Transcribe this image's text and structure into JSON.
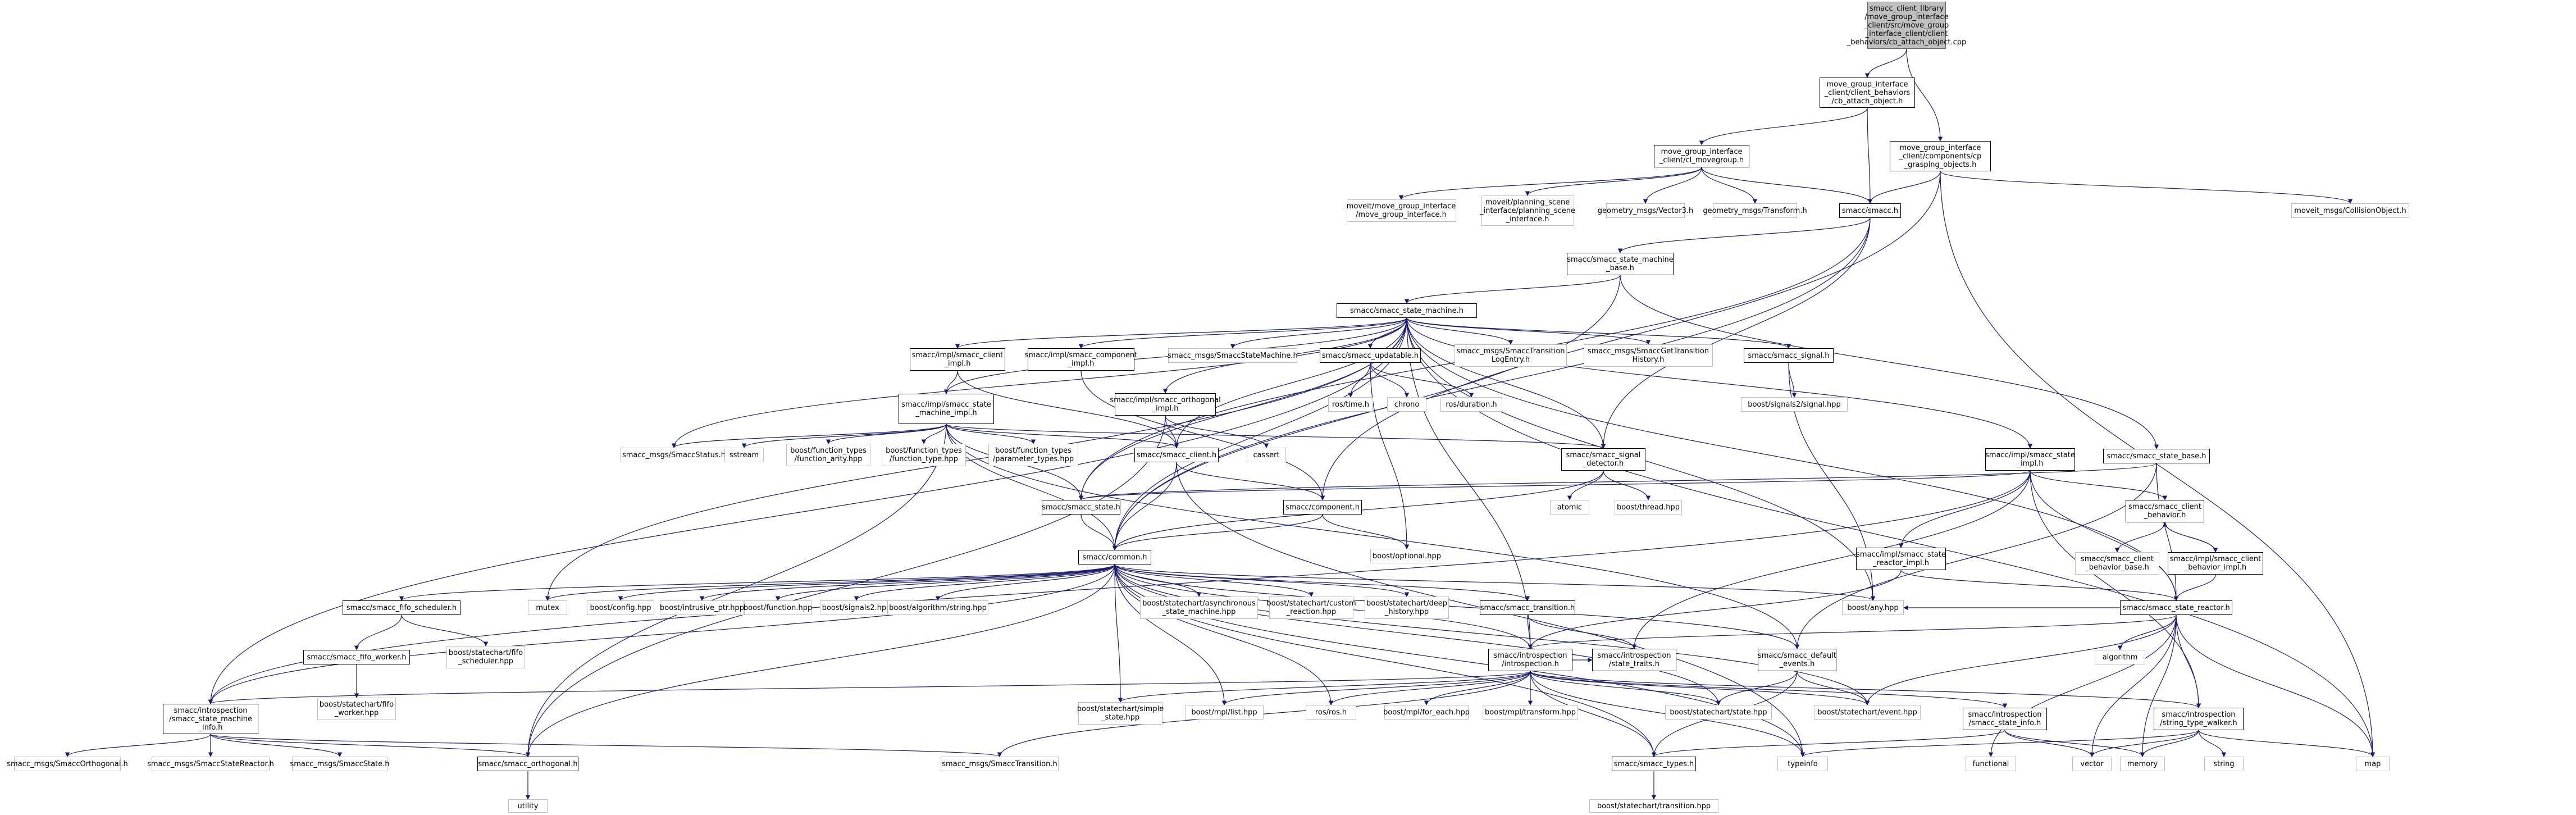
{
  "diagram": {
    "nodes": [
      {
        "id": "root",
        "label": "smacc_client_library\n/move_group_interface\n_client/src/move_group\n_interface_client/client\n_behaviors/cb_attach_object.cpp",
        "kind": "root"
      },
      {
        "id": "cbattach",
        "label": "move_group_interface\n_client/client_behaviors\n/cb_attach_object.h",
        "kind": "doc"
      },
      {
        "id": "clmove",
        "label": "move_group_interface\n_client/cl_movegroup.h",
        "kind": "doc"
      },
      {
        "id": "cpgrasp",
        "label": "move_group_interface\n_client/components/cp\n_grasping_objects.h",
        "kind": "doc"
      },
      {
        "id": "mgi",
        "label": "moveit/move_group_interface\n/move_group_interface.h",
        "kind": "ext"
      },
      {
        "id": "psi",
        "label": "moveit/planning_scene\n_interface/planning_scene\n_interface.h",
        "kind": "ext"
      },
      {
        "id": "vec3",
        "label": "geometry_msgs/Vector3.h",
        "kind": "ext"
      },
      {
        "id": "tf",
        "label": "geometry_msgs/Transform.h",
        "kind": "ext"
      },
      {
        "id": "smacch",
        "label": "smacc/smacc.h",
        "kind": "doc"
      },
      {
        "id": "collobj",
        "label": "moveit_msgs/CollisionObject.h",
        "kind": "ext"
      },
      {
        "id": "smbase",
        "label": "smacc/smacc_state_machine\n_base.h",
        "kind": "doc"
      },
      {
        "id": "sm",
        "label": "smacc/smacc_state_machine.h",
        "kind": "doc"
      },
      {
        "id": "clientimpl",
        "label": "smacc/impl/smacc_client\n_impl.h",
        "kind": "doc"
      },
      {
        "id": "compimpl",
        "label": "smacc/impl/smacc_component\n_impl.h",
        "kind": "doc"
      },
      {
        "id": "smmsg",
        "label": "smacc_msgs/SmaccStateMachine.h",
        "kind": "ext"
      },
      {
        "id": "updatable",
        "label": "smacc/smacc_updatable.h",
        "kind": "doc"
      },
      {
        "id": "translog",
        "label": "smacc_msgs/SmaccTransition\nLogEntry.h",
        "kind": "ext"
      },
      {
        "id": "gettrans",
        "label": "smacc_msgs/SmaccGetTransition\nHistory.h",
        "kind": "ext"
      },
      {
        "id": "signal",
        "label": "smacc/smacc_signal.h",
        "kind": "doc"
      },
      {
        "id": "smimpl",
        "label": "smacc/impl/smacc_state\n_machine_impl.h",
        "kind": "doc"
      },
      {
        "id": "orthoimpl",
        "label": "smacc/impl/smacc_orthogonal\n_impl.h",
        "kind": "doc"
      },
      {
        "id": "rostime",
        "label": "ros/time.h",
        "kind": "ext"
      },
      {
        "id": "chrono",
        "label": "chrono",
        "kind": "ext"
      },
      {
        "id": "rosdur",
        "label": "ros/duration.h",
        "kind": "ext"
      },
      {
        "id": "bsig2sig",
        "label": "boost/signals2/signal.hpp",
        "kind": "ext"
      },
      {
        "id": "status",
        "label": "smacc_msgs/SmaccStatus.h",
        "kind": "ext"
      },
      {
        "id": "sstream",
        "label": "sstream",
        "kind": "ext"
      },
      {
        "id": "farity",
        "label": "boost/function_types\n/function_arity.hpp",
        "kind": "ext"
      },
      {
        "id": "ftype",
        "label": "boost/function_types\n/function_type.hpp",
        "kind": "ext"
      },
      {
        "id": "ptypes",
        "label": "boost/function_types\n/parameter_types.hpp",
        "kind": "ext"
      },
      {
        "id": "client",
        "label": "smacc/smacc_client.h",
        "kind": "doc"
      },
      {
        "id": "cassert",
        "label": "cassert",
        "kind": "ext"
      },
      {
        "id": "sigdet",
        "label": "smacc/smacc_signal\n_detector.h",
        "kind": "doc"
      },
      {
        "id": "stateimpl",
        "label": "smacc/impl/smacc_state\n_impl.h",
        "kind": "doc"
      },
      {
        "id": "statebase",
        "label": "smacc/smacc_state_base.h",
        "kind": "doc"
      },
      {
        "id": "atomic",
        "label": "atomic",
        "kind": "ext"
      },
      {
        "id": "bthread",
        "label": "boost/thread.hpp",
        "kind": "ext"
      },
      {
        "id": "state",
        "label": "smacc/smacc_state.h",
        "kind": "doc"
      },
      {
        "id": "component",
        "label": "smacc/component.h",
        "kind": "doc"
      },
      {
        "id": "clbeh",
        "label": "smacc/smacc_client\n_behavior.h",
        "kind": "doc"
      },
      {
        "id": "boptional",
        "label": "boost/optional.hpp",
        "kind": "ext"
      },
      {
        "id": "clbehbase",
        "label": "smacc/smacc_client\n_behavior_base.h",
        "kind": "ext"
      },
      {
        "id": "clbehimpl",
        "label": "smacc/impl/smacc_client\n_behavior_impl.h",
        "kind": "doc"
      },
      {
        "id": "reactorimpl",
        "label": "smacc/impl/smacc_state\n_reactor_impl.h",
        "kind": "doc"
      },
      {
        "id": "common",
        "label": "smacc/common.h",
        "kind": "doc"
      },
      {
        "id": "mutex",
        "label": "mutex",
        "kind": "ext"
      },
      {
        "id": "fifosched",
        "label": "smacc/smacc_fifo_scheduler.h",
        "kind": "doc"
      },
      {
        "id": "bconfig",
        "label": "boost/config.hpp",
        "kind": "ext"
      },
      {
        "id": "bintr",
        "label": "boost/intrusive_ptr.hpp",
        "kind": "ext"
      },
      {
        "id": "bfunc",
        "label": "boost/function.hpp",
        "kind": "ext"
      },
      {
        "id": "bsig2",
        "label": "boost/signals2.hpp",
        "kind": "ext"
      },
      {
        "id": "balgo",
        "label": "boost/algorithm/string.hpp",
        "kind": "ext"
      },
      {
        "id": "basync",
        "label": "boost/statechart/asynchronous\n_state_machine.hpp",
        "kind": "ext"
      },
      {
        "id": "bcustom",
        "label": "boost/statechart/custom\n_reaction.hpp",
        "kind": "ext"
      },
      {
        "id": "bdeep",
        "label": "boost/statechart/deep\n_history.hpp",
        "kind": "ext"
      },
      {
        "id": "transition",
        "label": "smacc/smacc_transition.h",
        "kind": "doc"
      },
      {
        "id": "bany",
        "label": "boost/any.hpp",
        "kind": "ext"
      },
      {
        "id": "reactor",
        "label": "smacc/smacc_state_reactor.h",
        "kind": "doc"
      },
      {
        "id": "fifoworker",
        "label": "smacc/smacc_fifo_worker.h",
        "kind": "doc"
      },
      {
        "id": "bfifosch",
        "label": "boost/statechart/fifo\n_scheduler.hpp",
        "kind": "ext"
      },
      {
        "id": "intro",
        "label": "smacc/introspection\n/introspection.h",
        "kind": "doc"
      },
      {
        "id": "sttraits",
        "label": "smacc/introspection\n/state_traits.h",
        "kind": "doc"
      },
      {
        "id": "defevents",
        "label": "smacc/smacc_default\n_events.h",
        "kind": "doc"
      },
      {
        "id": "algorithm",
        "label": "algorithm",
        "kind": "ext"
      },
      {
        "id": "bfifoworker",
        "label": "boost/statechart/fifo\n_worker.hpp",
        "kind": "ext"
      },
      {
        "id": "smintro",
        "label": "smacc/introspection\n/smacc_state_machine\n_info.h",
        "kind": "doc"
      },
      {
        "id": "bsimple",
        "label": "boost/statechart/simple\n_state.hpp",
        "kind": "ext"
      },
      {
        "id": "blist",
        "label": "boost/mpl/list.hpp",
        "kind": "ext"
      },
      {
        "id": "rosh",
        "label": "ros/ros.h",
        "kind": "ext"
      },
      {
        "id": "bforeach",
        "label": "boost/mpl/for_each.hpp",
        "kind": "ext"
      },
      {
        "id": "btransform",
        "label": "boost/mpl/transform.hpp",
        "kind": "ext"
      },
      {
        "id": "bstate",
        "label": "boost/statechart/state.hpp",
        "kind": "ext"
      },
      {
        "id": "bevent",
        "label": "boost/statechart/event.hpp",
        "kind": "ext"
      },
      {
        "id": "stinfo",
        "label": "smacc/introspection\n/smacc_state_info.h",
        "kind": "doc"
      },
      {
        "id": "walker",
        "label": "smacc/introspection\n/string_type_walker.h",
        "kind": "doc"
      },
      {
        "id": "orthomsg",
        "label": "smacc_msgs/SmaccOrthogonal.h",
        "kind": "ext"
      },
      {
        "id": "reactmsg",
        "label": "smacc_msgs/SmaccStateReactor.h",
        "kind": "ext"
      },
      {
        "id": "statemsg",
        "label": "smacc_msgs/SmaccState.h",
        "kind": "ext"
      },
      {
        "id": "ortho",
        "label": "smacc/smacc_orthogonal.h",
        "kind": "doc"
      },
      {
        "id": "transmsg",
        "label": "smacc_msgs/SmaccTransition.h",
        "kind": "ext"
      },
      {
        "id": "types",
        "label": "smacc/smacc_types.h",
        "kind": "doc"
      },
      {
        "id": "typeinfo",
        "label": "typeinfo",
        "kind": "ext"
      },
      {
        "id": "functional",
        "label": "functional",
        "kind": "ext"
      },
      {
        "id": "vector",
        "label": "vector",
        "kind": "ext"
      },
      {
        "id": "memory",
        "label": "memory",
        "kind": "ext"
      },
      {
        "id": "string",
        "label": "string",
        "kind": "ext"
      },
      {
        "id": "map",
        "label": "map",
        "kind": "ext"
      },
      {
        "id": "utility",
        "label": "utility",
        "kind": "ext"
      },
      {
        "id": "btrans",
        "label": "boost/statechart/transition.hpp",
        "kind": "ext"
      }
    ],
    "edges": [
      [
        "root",
        "cbattach"
      ],
      [
        "root",
        "cpgrasp"
      ],
      [
        "cbattach",
        "clmove"
      ],
      [
        "cbattach",
        "smacch"
      ],
      [
        "clmove",
        "mgi"
      ],
      [
        "clmove",
        "psi"
      ],
      [
        "clmove",
        "vec3"
      ],
      [
        "clmove",
        "tf"
      ],
      [
        "clmove",
        "smacch"
      ],
      [
        "cpgrasp",
        "smacch"
      ],
      [
        "cpgrasp",
        "collobj"
      ],
      [
        "cpgrasp",
        "map"
      ],
      [
        "cpgrasp",
        "component"
      ],
      [
        "smacch",
        "smbase"
      ],
      [
        "smacch",
        "common"
      ],
      [
        "smacch",
        "sigdet"
      ],
      [
        "smacch",
        "state"
      ],
      [
        "smbase",
        "sm"
      ],
      [
        "smbase",
        "common"
      ],
      [
        "smbase",
        "statebase"
      ],
      [
        "sm",
        "clientimpl"
      ],
      [
        "sm",
        "compimpl"
      ],
      [
        "sm",
        "smmsg"
      ],
      [
        "sm",
        "updatable"
      ],
      [
        "sm",
        "translog"
      ],
      [
        "sm",
        "gettrans"
      ],
      [
        "sm",
        "signal"
      ],
      [
        "sm",
        "smimpl"
      ],
      [
        "sm",
        "orthoimpl"
      ],
      [
        "sm",
        "status"
      ],
      [
        "sm",
        "client"
      ],
      [
        "sm",
        "sigdet"
      ],
      [
        "sm",
        "stateimpl"
      ],
      [
        "sm",
        "common"
      ],
      [
        "sm",
        "intro"
      ],
      [
        "sm",
        "bany"
      ],
      [
        "sm",
        "mutex"
      ],
      [
        "sm",
        "smintro"
      ],
      [
        "sm",
        "reactor"
      ],
      [
        "sm",
        "map"
      ],
      [
        "sm",
        "state"
      ],
      [
        "clientimpl",
        "smimpl"
      ],
      [
        "clientimpl",
        "client"
      ],
      [
        "compimpl",
        "component"
      ],
      [
        "updatable",
        "rostime"
      ],
      [
        "updatable",
        "chrono"
      ],
      [
        "updatable",
        "rosdur"
      ],
      [
        "updatable",
        "boptional"
      ],
      [
        "signal",
        "bsig2sig"
      ],
      [
        "signal",
        "bany"
      ],
      [
        "smimpl",
        "status"
      ],
      [
        "smimpl",
        "sstream"
      ],
      [
        "smimpl",
        "farity"
      ],
      [
        "smimpl",
        "ftype"
      ],
      [
        "smimpl",
        "ptypes"
      ],
      [
        "smimpl",
        "client"
      ],
      [
        "smimpl",
        "sigdet"
      ],
      [
        "smimpl",
        "state"
      ],
      [
        "smimpl",
        "common"
      ],
      [
        "smimpl",
        "ortho"
      ],
      [
        "smimpl",
        "defevents"
      ],
      [
        "orthoimpl",
        "client"
      ],
      [
        "orthoimpl",
        "ortho"
      ],
      [
        "orthoimpl",
        "cassert"
      ],
      [
        "client",
        "common"
      ],
      [
        "client",
        "component"
      ],
      [
        "client",
        "typeinfo"
      ],
      [
        "sigdet",
        "atomic"
      ],
      [
        "sigdet",
        "bthread"
      ],
      [
        "sigdet",
        "common"
      ],
      [
        "stateimpl",
        "state"
      ],
      [
        "stateimpl",
        "clbeh"
      ],
      [
        "stateimpl",
        "reactorimpl"
      ],
      [
        "stateimpl",
        "reactor"
      ],
      [
        "stateimpl",
        "sttraits"
      ],
      [
        "stateimpl",
        "walker"
      ],
      [
        "stateimpl",
        "smintro"
      ],
      [
        "statebase",
        "state"
      ],
      [
        "statebase",
        "defevents"
      ],
      [
        "statebase",
        "reactor"
      ],
      [
        "state",
        "common"
      ],
      [
        "component",
        "common"
      ],
      [
        "component",
        "boptional"
      ],
      [
        "clbeh",
        "clbehbase"
      ],
      [
        "clbeh",
        "clbehimpl"
      ],
      [
        "clbehimpl",
        "clbeh"
      ],
      [
        "clbehimpl",
        "reactor"
      ],
      [
        "reactorimpl",
        "reactor"
      ],
      [
        "reactorimpl",
        "intro"
      ],
      [
        "common",
        "mutex"
      ],
      [
        "common",
        "fifosched"
      ],
      [
        "common",
        "bconfig"
      ],
      [
        "common",
        "bintr"
      ],
      [
        "common",
        "bfunc"
      ],
      [
        "common",
        "bsig2"
      ],
      [
        "common",
        "balgo"
      ],
      [
        "common",
        "basync"
      ],
      [
        "common",
        "bcustom"
      ],
      [
        "common",
        "bdeep"
      ],
      [
        "common",
        "transition"
      ],
      [
        "common",
        "bany"
      ],
      [
        "common",
        "intro"
      ],
      [
        "common",
        "defevents"
      ],
      [
        "common",
        "smintro"
      ],
      [
        "common",
        "ortho"
      ],
      [
        "common",
        "bsimple"
      ],
      [
        "common",
        "blist"
      ],
      [
        "common",
        "rosh"
      ],
      [
        "common",
        "bstate"
      ],
      [
        "common",
        "bevent"
      ],
      [
        "common",
        "types"
      ],
      [
        "common",
        "typeinfo"
      ],
      [
        "fifosched",
        "fifoworker"
      ],
      [
        "fifosched",
        "bfifosch"
      ],
      [
        "fifoworker",
        "bfifoworker"
      ],
      [
        "transition",
        "intro"
      ],
      [
        "transition",
        "sttraits"
      ],
      [
        "reactor",
        "algorithm"
      ],
      [
        "reactor",
        "functional"
      ],
      [
        "reactor",
        "vector"
      ],
      [
        "reactor",
        "memory"
      ],
      [
        "reactor",
        "map"
      ],
      [
        "reactor",
        "bany"
      ],
      [
        "reactor",
        "intro"
      ],
      [
        "reactor",
        "walker"
      ],
      [
        "reactor",
        "bevent"
      ],
      [
        "intro",
        "smintro"
      ],
      [
        "intro",
        "bsimple"
      ],
      [
        "intro",
        "blist"
      ],
      [
        "intro",
        "rosh"
      ],
      [
        "intro",
        "bforeach"
      ],
      [
        "intro",
        "btransform"
      ],
      [
        "intro",
        "bstate"
      ],
      [
        "intro",
        "bevent"
      ],
      [
        "intro",
        "stinfo"
      ],
      [
        "intro",
        "walker"
      ],
      [
        "intro",
        "transmsg"
      ],
      [
        "intro",
        "types"
      ],
      [
        "intro",
        "typeinfo"
      ],
      [
        "intro",
        "sttraits"
      ],
      [
        "defevents",
        "bstate"
      ],
      [
        "defevents",
        "bevent"
      ],
      [
        "defevents",
        "types"
      ],
      [
        "smintro",
        "orthomsg"
      ],
      [
        "smintro",
        "reactmsg"
      ],
      [
        "smintro",
        "statemsg"
      ],
      [
        "smintro",
        "ortho"
      ],
      [
        "smintro",
        "transmsg"
      ],
      [
        "stinfo",
        "types"
      ],
      [
        "stinfo",
        "vector"
      ],
      [
        "stinfo",
        "memory"
      ],
      [
        "walker",
        "typeinfo"
      ],
      [
        "walker",
        "vector"
      ],
      [
        "walker",
        "memory"
      ],
      [
        "walker",
        "string"
      ],
      [
        "walker",
        "map"
      ],
      [
        "ortho",
        "utility"
      ],
      [
        "types",
        "btrans"
      ]
    ]
  }
}
